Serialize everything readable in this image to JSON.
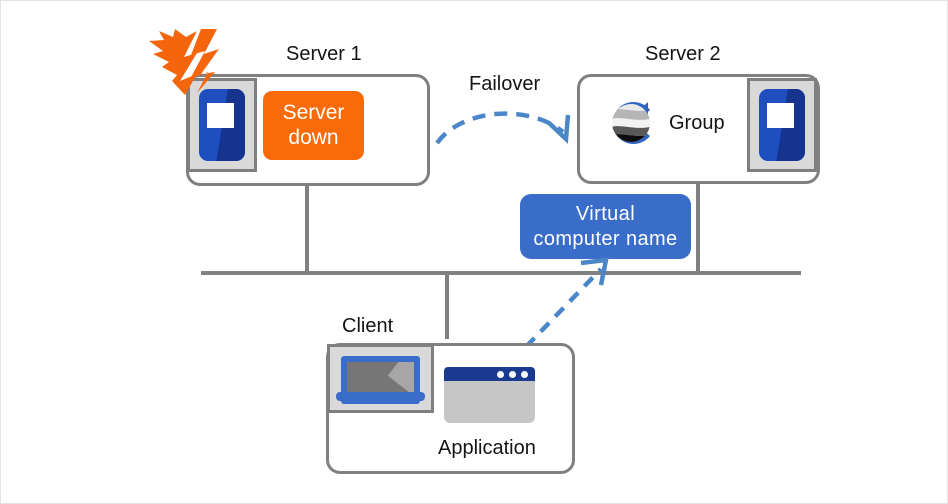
{
  "diagram": {
    "title_server1": "Server 1",
    "title_server2": "Server 2",
    "title_client": "Client",
    "failover_label": "Failover",
    "status_line1": "Server",
    "status_line2": "down",
    "group_label": "Group",
    "virtual_name_line1": "Virtual",
    "virtual_name_line2": "computer  name",
    "application_label": "Application"
  },
  "colors": {
    "server_icon_blue": "#1f4fbf",
    "server_icon_blue_dark": "#15338f",
    "icon_frame_gray": "#d9d9d9",
    "icon_border_gray": "#7f7f7f",
    "box_border_gray": "#808080",
    "status_orange": "#f96a09",
    "burst_orange": "#f4650c",
    "virtual_blue": "#3a6dc9",
    "arrow_blue": "#4a86c8",
    "group_ring_blue": "#2f63c4",
    "app_titlebar_navy": "#1a3a8f",
    "app_body_gray": "#c6c6c6",
    "text_black": "#141414",
    "text_white": "#ffffff"
  },
  "icons": {
    "server1": "server-tower-icon",
    "server2": "server-tower-icon",
    "group": "group-globe-icon",
    "burst": "lightning-burst-icon",
    "laptop": "laptop-icon",
    "application": "application-window-icon",
    "failover_arrow": "dashed-curved-arrow-icon",
    "access_arrow": "dashed-straight-arrow-icon"
  }
}
